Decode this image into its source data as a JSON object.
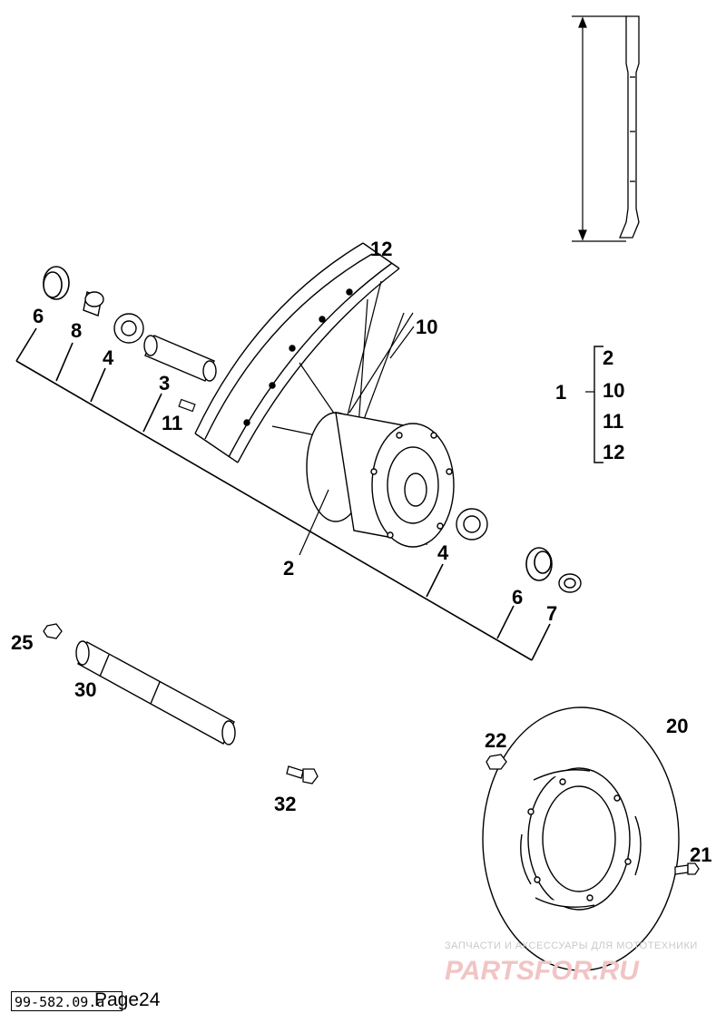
{
  "labels": {
    "p1": "1",
    "p2a": "2",
    "p2b": "2",
    "p3": "3",
    "p4a": "4",
    "p4b": "4",
    "p6a": "6",
    "p6b": "6",
    "p7": "7",
    "p8": "8",
    "p10a": "10",
    "p10b": "10",
    "p11a": "11",
    "p11b": "11",
    "p12a": "12",
    "p12b": "12",
    "p20": "20",
    "p21": "21",
    "p22": "22",
    "p25": "25",
    "p30": "30",
    "p32": "32"
  },
  "watermark": {
    "tagline": "ЗАПЧАСТИ И АКСЕССУАРЫ ДЛЯ МОТОТЕХНИКИ",
    "brand": "PARTSFOR.RU"
  },
  "footer": {
    "code": "99-582.09.a",
    "page": "Page24"
  }
}
